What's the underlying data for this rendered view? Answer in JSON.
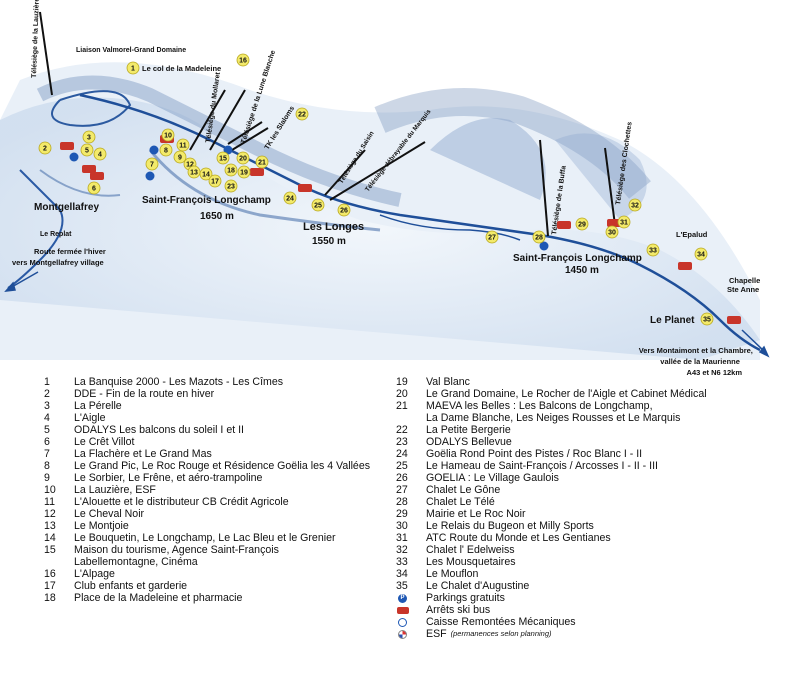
{
  "map": {
    "lifts": [
      "Télésiège de la Lauzière",
      "Télésiège du Mollaret",
      "Télésiège de la Lune Blanche",
      "TK les Slaloms",
      "Télésiège débrayable du Marquis",
      "Télésiège de la Buffa",
      "Télésiège des Clochettes"
    ],
    "slope_link": "Télésiège du Saisin",
    "places": {
      "liaison": "Liaison Valmorel-Grand Domaine",
      "col": "Le col de la Madeleine",
      "montgellafrey": "Montgellafrey",
      "sf_1650_name": "Saint-François  Longchamp",
      "sf_1650_alt": "1650 m",
      "longes_name": "Les Longes",
      "longes_alt": "1550 m",
      "sf_1450_name": "Saint-François  Longchamp",
      "sf_1450_alt": "1450 m",
      "epalud": "L'Epalud",
      "chapelle": "Chapelle\nSte Anne",
      "planet": "Le Planet",
      "replat": "Le Replat",
      "route_fermee": "Route fermée l'hiver\nvers Montgellafrey village",
      "vers_montaimont": "Vers Montaimont et la Chambre,\nvallée de la Maurienne\nA43 et N6 12km"
    }
  },
  "legend": {
    "left": [
      {
        "n": "1",
        "t": "La Banquise 2000 - Les Mazots - Les Cîmes"
      },
      {
        "n": "2",
        "t": "DDE - Fin de la route en hiver"
      },
      {
        "n": "3",
        "t": "La Pérelle"
      },
      {
        "n": "4",
        "t": "L'Aigle"
      },
      {
        "n": "5",
        "t": "ODALYS  Les balcons du soleil I et II"
      },
      {
        "n": "6",
        "t": "Le Crêt Villot"
      },
      {
        "n": "7",
        "t": "La Flachère et Le Grand Mas"
      },
      {
        "n": "8",
        "t": "Le Grand Pic, Le Roc Rouge et Résidence Goëlia les 4 Vallées"
      },
      {
        "n": "9",
        "t": "Le Sorbier, Le Frêne, et aéro-trampoline"
      },
      {
        "n": "10",
        "t": "La Lauzière,  ESF"
      },
      {
        "n": "11",
        "t": "L'Alouette et le distributeur CB Crédit Agricole"
      },
      {
        "n": "12",
        "t": "Le Cheval Noir"
      },
      {
        "n": "13",
        "t": "Le Montjoie"
      },
      {
        "n": "14",
        "t": "Le Bouquetin, Le Longchamp, Le Lac Bleu et le Grenier"
      },
      {
        "n": "15",
        "t": "Maison du tourisme, Agence Saint-François\nLabellemontagne, Cinéma"
      },
      {
        "n": "16",
        "t": "L'Alpage"
      },
      {
        "n": "17",
        "t": "Club enfants et garderie"
      },
      {
        "n": "18",
        "t": "Place de la Madeleine et pharmacie"
      }
    ],
    "right": [
      {
        "n": "19",
        "t": "Val Blanc"
      },
      {
        "n": "20",
        "t": "Le Grand Domaine, Le Rocher de l'Aigle et Cabinet Médical"
      },
      {
        "n": "21",
        "t": "MAEVA  les Belles : Les Balcons de Longchamp,\nLa Dame Blanche, Les Neiges Rousses et Le Marquis"
      },
      {
        "n": "22",
        "t": "La Petite Bergerie"
      },
      {
        "n": "23",
        "t": "ODALYS   Bellevue"
      },
      {
        "n": "24",
        "t": "Goëlia Rond Point des Pistes / Roc Blanc I - II"
      },
      {
        "n": "25",
        "t": "Le Hameau de Saint-François / Arcosses I - II - III"
      },
      {
        "n": "26",
        "t": "GOELIA : Le Village Gaulois"
      },
      {
        "n": "27",
        "t": "Chalet  Le Gône"
      },
      {
        "n": "28",
        "t": "Chalet  Le Télé"
      },
      {
        "n": "29",
        "t": "Mairie et Le Roc Noir"
      },
      {
        "n": "30",
        "t": "Le Relais du Bugeon et Milly Sports"
      },
      {
        "n": "31",
        "t": "ATC Route du Monde et Les Gentianes"
      },
      {
        "n": "32",
        "t": "Chalet l' Edelweiss"
      },
      {
        "n": "33",
        "t": "Les Mousquetaires"
      },
      {
        "n": "34",
        "t": "Le Mouflon"
      },
      {
        "n": "35",
        "t": "Le Chalet d'Augustine"
      }
    ],
    "symbols": [
      {
        "icon": "parking-icon",
        "t": "Parkings gratuits"
      },
      {
        "icon": "ski-bus-icon",
        "t": "Arrêts ski bus"
      },
      {
        "icon": "lift-ticket-office-icon",
        "t": "Caisse Remontées Mécaniques"
      },
      {
        "icon": "esf-icon",
        "t": "ESF",
        "note": "(permanences selon planning)"
      }
    ]
  }
}
